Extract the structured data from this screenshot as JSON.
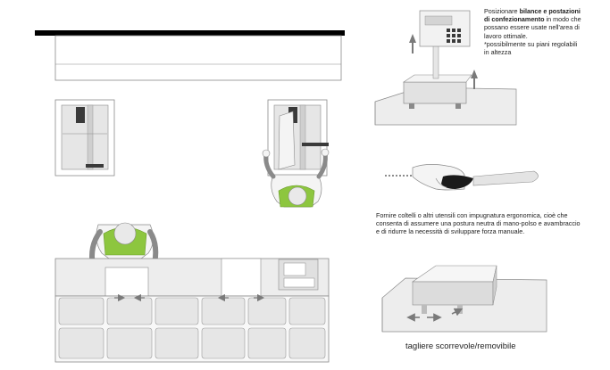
{
  "notes": {
    "scales": {
      "line1": "Posizionare ",
      "line1_bold": "bilance e postazioni",
      "line2_bold": "di confezionamento",
      "line2_rest": " in modo che",
      "line3": "possano essere usate nell'area di",
      "line4": "lavoro ottimale.",
      "line5": "*possibilmente su piani regolabili",
      "line6": "in altezza"
    },
    "knives": {
      "line1": "Fornire coltelli o altri utensili con impugnatura ergonomica, cioè che",
      "line2": "consenta di assumere una postura neutra di mano-polso e avambraccio",
      "line3": "e di ridurre la necessità di sviluppare forza manuale."
    },
    "boards": {
      "caption": "tagliere scorrevole/removibile"
    }
  },
  "colors": {
    "line": "#8a8a8a",
    "fill_light": "#ededed",
    "fill_mid": "#d8d8d8",
    "vest": "#8dc63f",
    "dark": "#1a1a1a",
    "arrow": "#7a7a7a",
    "rail": "#000000"
  }
}
